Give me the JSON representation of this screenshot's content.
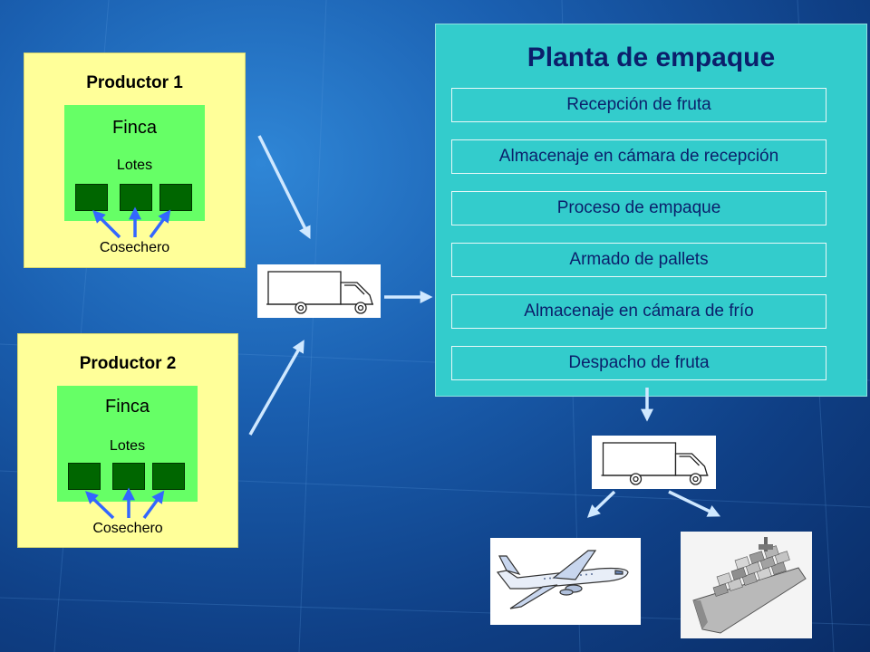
{
  "productor1": {
    "title": "Productor 1",
    "finca": "Finca",
    "lotes": "Lotes",
    "cosechero": "Cosechero"
  },
  "productor2": {
    "title": "Productor 2",
    "finca": "Finca",
    "lotes": "Lotes",
    "cosechero": "Cosechero"
  },
  "planta": {
    "title": "Planta de empaque",
    "steps": [
      "Recepción de fruta",
      "Almacenaje en cámara de recepción",
      "Proceso de empaque",
      "Armado de pallets",
      "Almacenaje en cámara de frío",
      "Despacho de fruta"
    ]
  },
  "colors": {
    "producer_box": "#ffff99",
    "finca_box": "#66ff66",
    "lote": "#006600",
    "plant_box": "#33cccc",
    "plant_text": "#0b1f6b",
    "arrow_light": "#cfe8ff",
    "arrow_blue": "#3366ff"
  },
  "icons": [
    "truck-icon",
    "truck-icon",
    "airplane-icon",
    "container-ship-icon"
  ]
}
